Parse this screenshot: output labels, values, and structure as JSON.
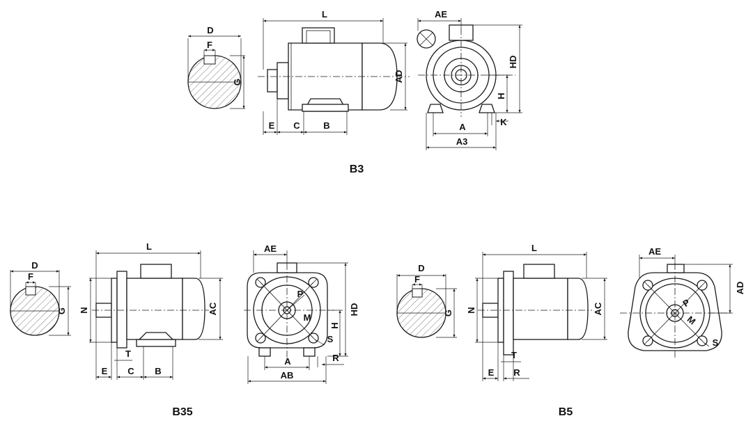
{
  "titles": {
    "b3": "B3",
    "b35": "B35",
    "b5": "B5"
  },
  "labels": {
    "D": "D",
    "F": "F",
    "G": "G",
    "L": "L",
    "AD": "AD",
    "AE": "AE",
    "HD": "HD",
    "H": "H",
    "K": "K",
    "A": "A",
    "A3": "A3",
    "E": "E",
    "C": "C",
    "B": "B",
    "N": "N",
    "AC": "AC",
    "T": "T",
    "P": "P",
    "M": "M",
    "S": "S",
    "R": "R",
    "AB": "AB"
  }
}
